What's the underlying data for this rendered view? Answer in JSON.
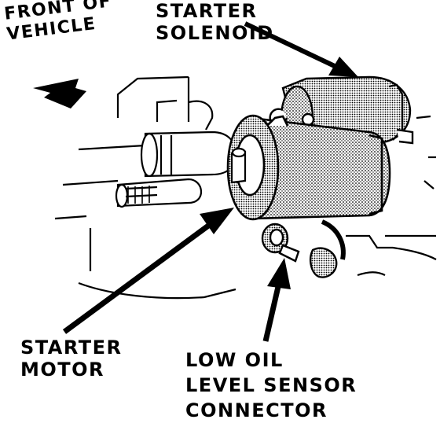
{
  "labels": {
    "front_of_vehicle": [
      "FRONT OF",
      "VEHICLE"
    ],
    "starter_solenoid": [
      "STARTER",
      "SOLENOID"
    ],
    "starter_motor": [
      "STARTER",
      "MOTOR"
    ],
    "low_oil_sensor": [
      "LOW OIL",
      "LEVEL SENSOR",
      "CONNECTOR"
    ]
  },
  "colors": {
    "ink": "#000000",
    "paper": "#ffffff",
    "shade": "#d0d0d0"
  }
}
